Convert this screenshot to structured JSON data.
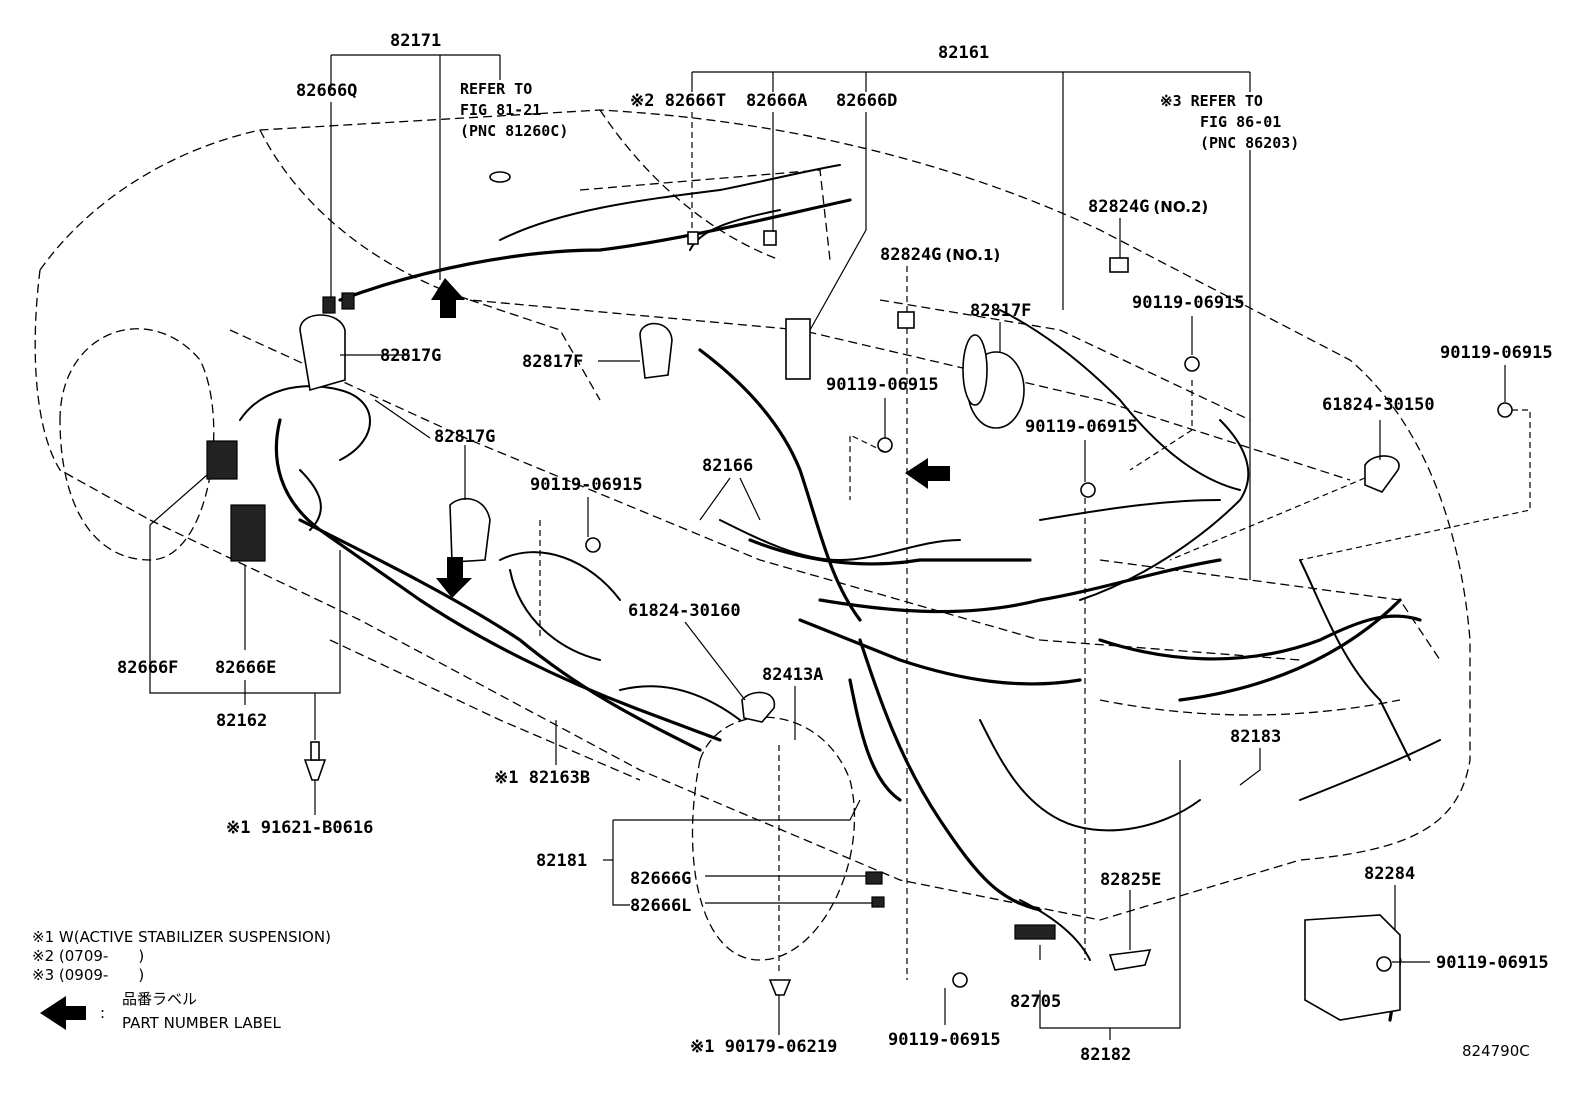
{
  "callouts": {
    "c82171": "82171",
    "c82161": "82161",
    "c82666Q": "82666Q",
    "refer1_l1": "REFER TO",
    "refer1_l2": "FIG 81-21",
    "refer1_l3": "(PNC 81260C)",
    "c82666T": "※2 82666T",
    "c82666A": "82666A",
    "c82666D": "82666D",
    "refer3_l1": "※3 REFER TO",
    "refer3_l2": "FIG 86-01",
    "refer3_l3": "(PNC 86203)",
    "c82824G_no2": "82824G",
    "c82824G_no2_suffix": "(NO.2)",
    "c82824G_no1": "82824G",
    "c82824G_no1_suffix": "(NO.1)",
    "c90119_a": "90119-06915",
    "c82817F_right": "82817F",
    "c90119_b": "90119-06915",
    "c82817G_top": "82817G",
    "c82817F_mid": "82817F",
    "c90119_c": "90119-06915",
    "c61824_30150": "61824-30150",
    "c90119_d": "90119-06915",
    "c82817G_mid": "82817G",
    "c82166": "82166",
    "c90119_e": "90119-06915",
    "c61824_30160": "61824-30160",
    "c82666F": "82666F",
    "c82666E": "82666E",
    "c82413A": "82413A",
    "c82162": "82162",
    "c82183": "82183",
    "c82163B": "※1 82163B",
    "c91621": "※1 91621-B0616",
    "c82181": "82181",
    "c82666G": "82666G",
    "c82666L": "82666L",
    "c82284": "82284",
    "c82825E": "82825E",
    "c90119_f": "90119-06915",
    "c82705": "82705",
    "c90179": "※1 90179-06219",
    "c90119_g": "90119-06915",
    "c82182": "82182"
  },
  "legend": {
    "note1": "※1 W(ACTIVE STABILIZER SUSPENSION)",
    "note2": "※2 (0709-　　)",
    "note3": "※3 (0909-　　)",
    "arrow_jp": "品番ラベル",
    "arrow_colon": ":",
    "arrow_en": "PART NUMBER LABEL"
  },
  "figure_id": "824790C"
}
